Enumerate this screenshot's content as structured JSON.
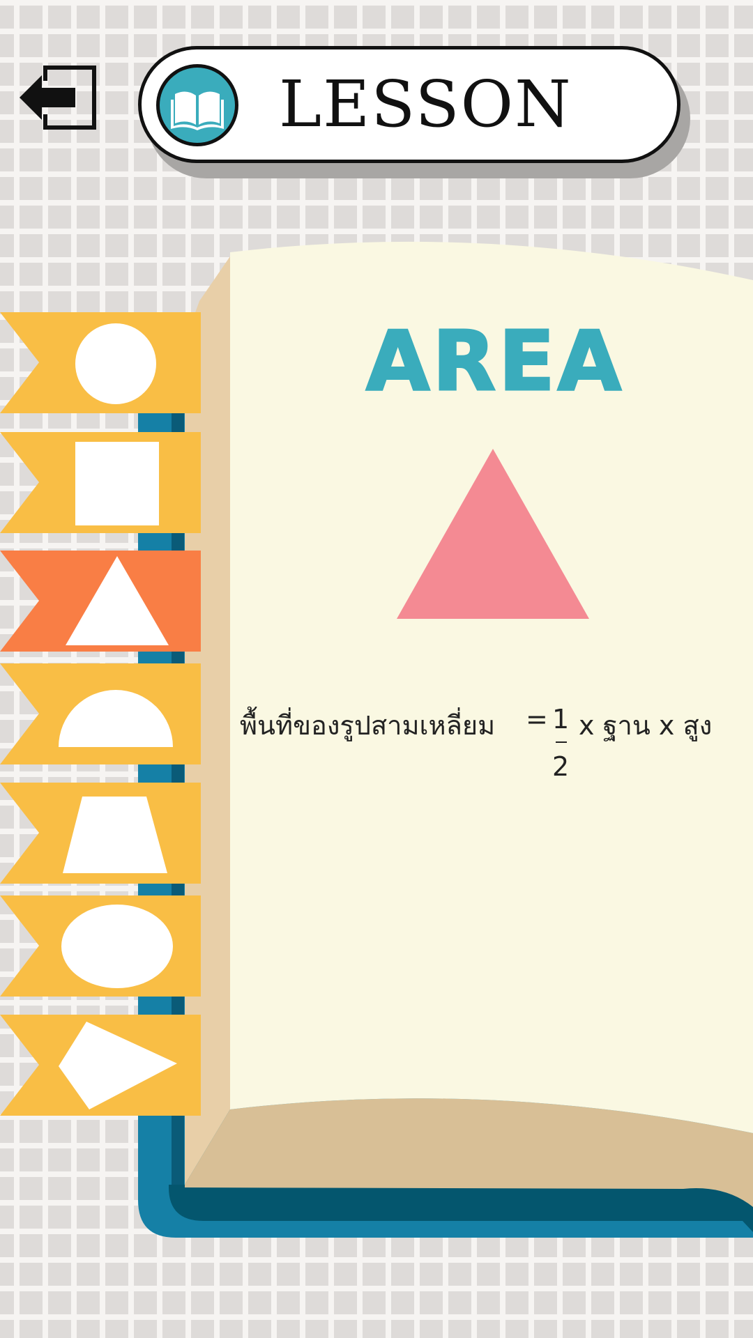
{
  "header": {
    "title": "LESSON",
    "icon": "open-book-icon",
    "back_icon": "exit-arrow-icon"
  },
  "lesson": {
    "title": "AREA",
    "shape": "triangle",
    "formula": {
      "label": "พื้นที่ของรูปสามเหลี่ยม",
      "equals": "=",
      "numerator": "1",
      "denominator": "2",
      "rest": "x ฐาน x สูง"
    }
  },
  "shape_tabs": [
    {
      "shape": "circle",
      "active": false
    },
    {
      "shape": "square",
      "active": false
    },
    {
      "shape": "triangle",
      "active": true
    },
    {
      "shape": "semicircle",
      "active": false
    },
    {
      "shape": "trapezoid",
      "active": false
    },
    {
      "shape": "ellipse",
      "active": false
    },
    {
      "shape": "kite",
      "active": false
    }
  ],
  "colors": {
    "tab": "#f9be45",
    "tab_active": "#f97e45",
    "accent": "#3aacbc",
    "triangle": "#f48a93",
    "page": "#faf8e2",
    "book_cover": "#1580a6",
    "book_cover_dark": "#04566e",
    "page_edge": "#d8bf96"
  }
}
